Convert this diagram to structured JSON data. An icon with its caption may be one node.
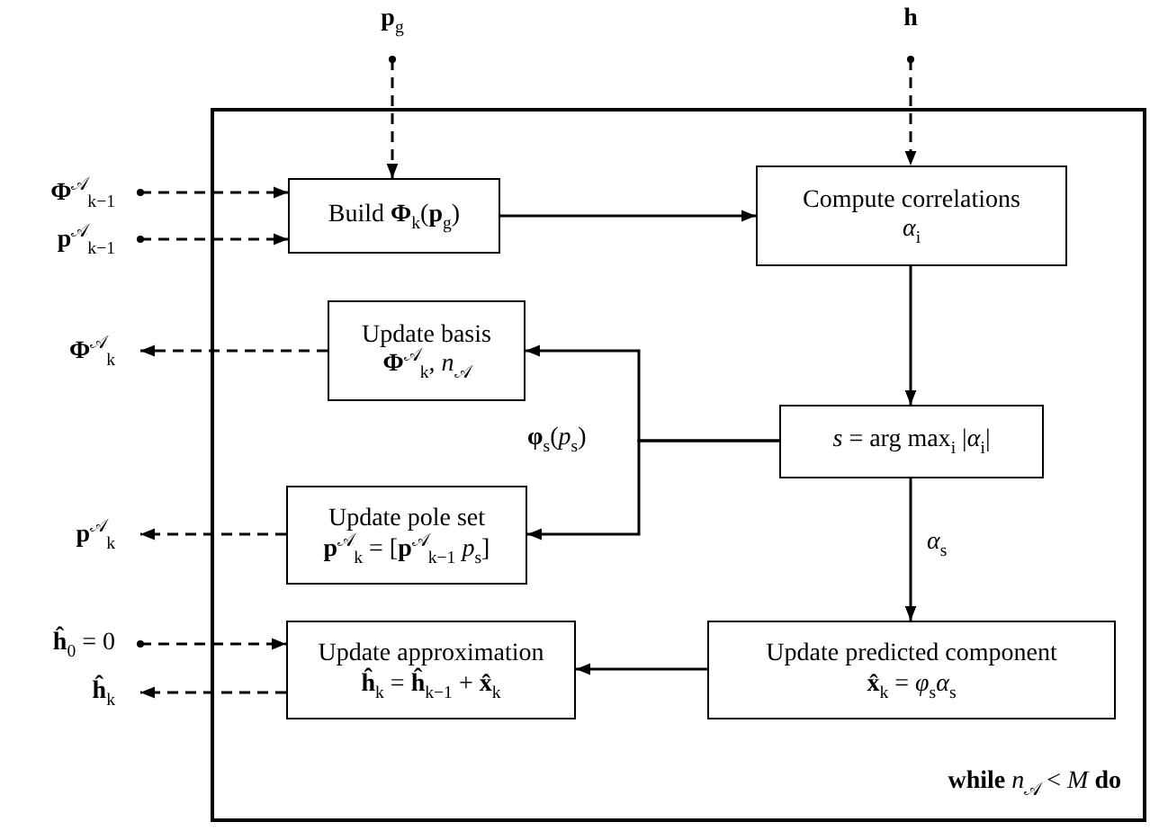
{
  "diagram": {
    "nodes": [
      {
        "text": [
          "**while** *n*$_{𝒜}$ < *M* **do**"
        ]
      },
      {
        "text": [
          "Build **Φ**$_{k}$(**p**$_{g}$)"
        ],
        "in": 0
      },
      {
        "text": [
          "Compute correlations",
          "*α*$_{i}$"
        ],
        "in": 0
      },
      {
        "text": [
          "Update basis",
          "**Φ**$^{𝒜}$$_{k}$, *n*$_{𝒜}$"
        ],
        "in": 0
      },
      {
        "text": [
          "*s* = arg max$_{i}$ |*α*$_{i}$|"
        ],
        "in": 0
      },
      {
        "text": [
          "Update pole set",
          "**p**$^{𝒜}$$_{k}$ = [**p**$^{𝒜}$$_{k−1}$ *p*$_{s}$]"
        ],
        "in": 0
      },
      {
        "text": [
          "Update approximation",
          "**ĥ**$_{k}$ = **ĥ**$_{k−1}$ + **x̂**$_{k}$"
        ],
        "in": 0
      },
      {
        "text": [
          "Update predicted component",
          "**x̂**$_{k}$ = *φ*$_{s}$*α*$_{s}$"
        ],
        "in": 0
      },
      {
        "text": [
          "**p**$_{g}$"
        ]
      },
      {
        "text": [
          "**h**"
        ]
      },
      {
        "text": [
          "**Φ**$^{𝒜}$$_{k−1}$"
        ]
      },
      {
        "text": [
          "**p**$^{𝒜}$$_{k−1}$"
        ]
      },
      {
        "text": [
          "**Φ**$^{𝒜}$$_{k}$"
        ]
      },
      {
        "text": [
          "**p**$^{𝒜}$$_{k}$"
        ]
      },
      {
        "text": [
          "**ĥ**$_{0}$ = 0"
        ]
      },
      {
        "text": [
          "**ĥ**$_{k}$"
        ]
      }
    ],
    "edges": [
      {
        "from": 8,
        "to": 1,
        "arrow": "to",
        "style": "dashed"
      },
      {
        "from": 9,
        "to": 2,
        "arrow": "to",
        "style": "dashed"
      },
      {
        "from": 10,
        "to": 1,
        "arrow": "to",
        "style": "dashed"
      },
      {
        "from": 11,
        "to": 1,
        "arrow": "to",
        "style": "dashed"
      },
      {
        "from": 1,
        "to": 2,
        "arrow": "to"
      },
      {
        "from": 2,
        "to": 4,
        "arrow": "to"
      },
      {
        "from": 4,
        "to": 3,
        "arrow": "to",
        "label": "**φ**$_{s}$(*p*$_{s}$)"
      },
      {
        "from": 4,
        "to": 5,
        "arrow": "to"
      },
      {
        "from": 3,
        "to": 12,
        "arrow": "to",
        "style": "dashed"
      },
      {
        "from": 5,
        "to": 13,
        "arrow": "to",
        "style": "dashed"
      },
      {
        "from": 14,
        "to": 6,
        "arrow": "to",
        "style": "dashed"
      },
      {
        "from": 6,
        "to": 15,
        "arrow": "to",
        "style": "dashed"
      },
      {
        "from": 4,
        "to": 7,
        "arrow": "to",
        "label": "*α*$_{s}$"
      },
      {
        "from": 7,
        "to": 6,
        "arrow": "to"
      }
    ]
  }
}
